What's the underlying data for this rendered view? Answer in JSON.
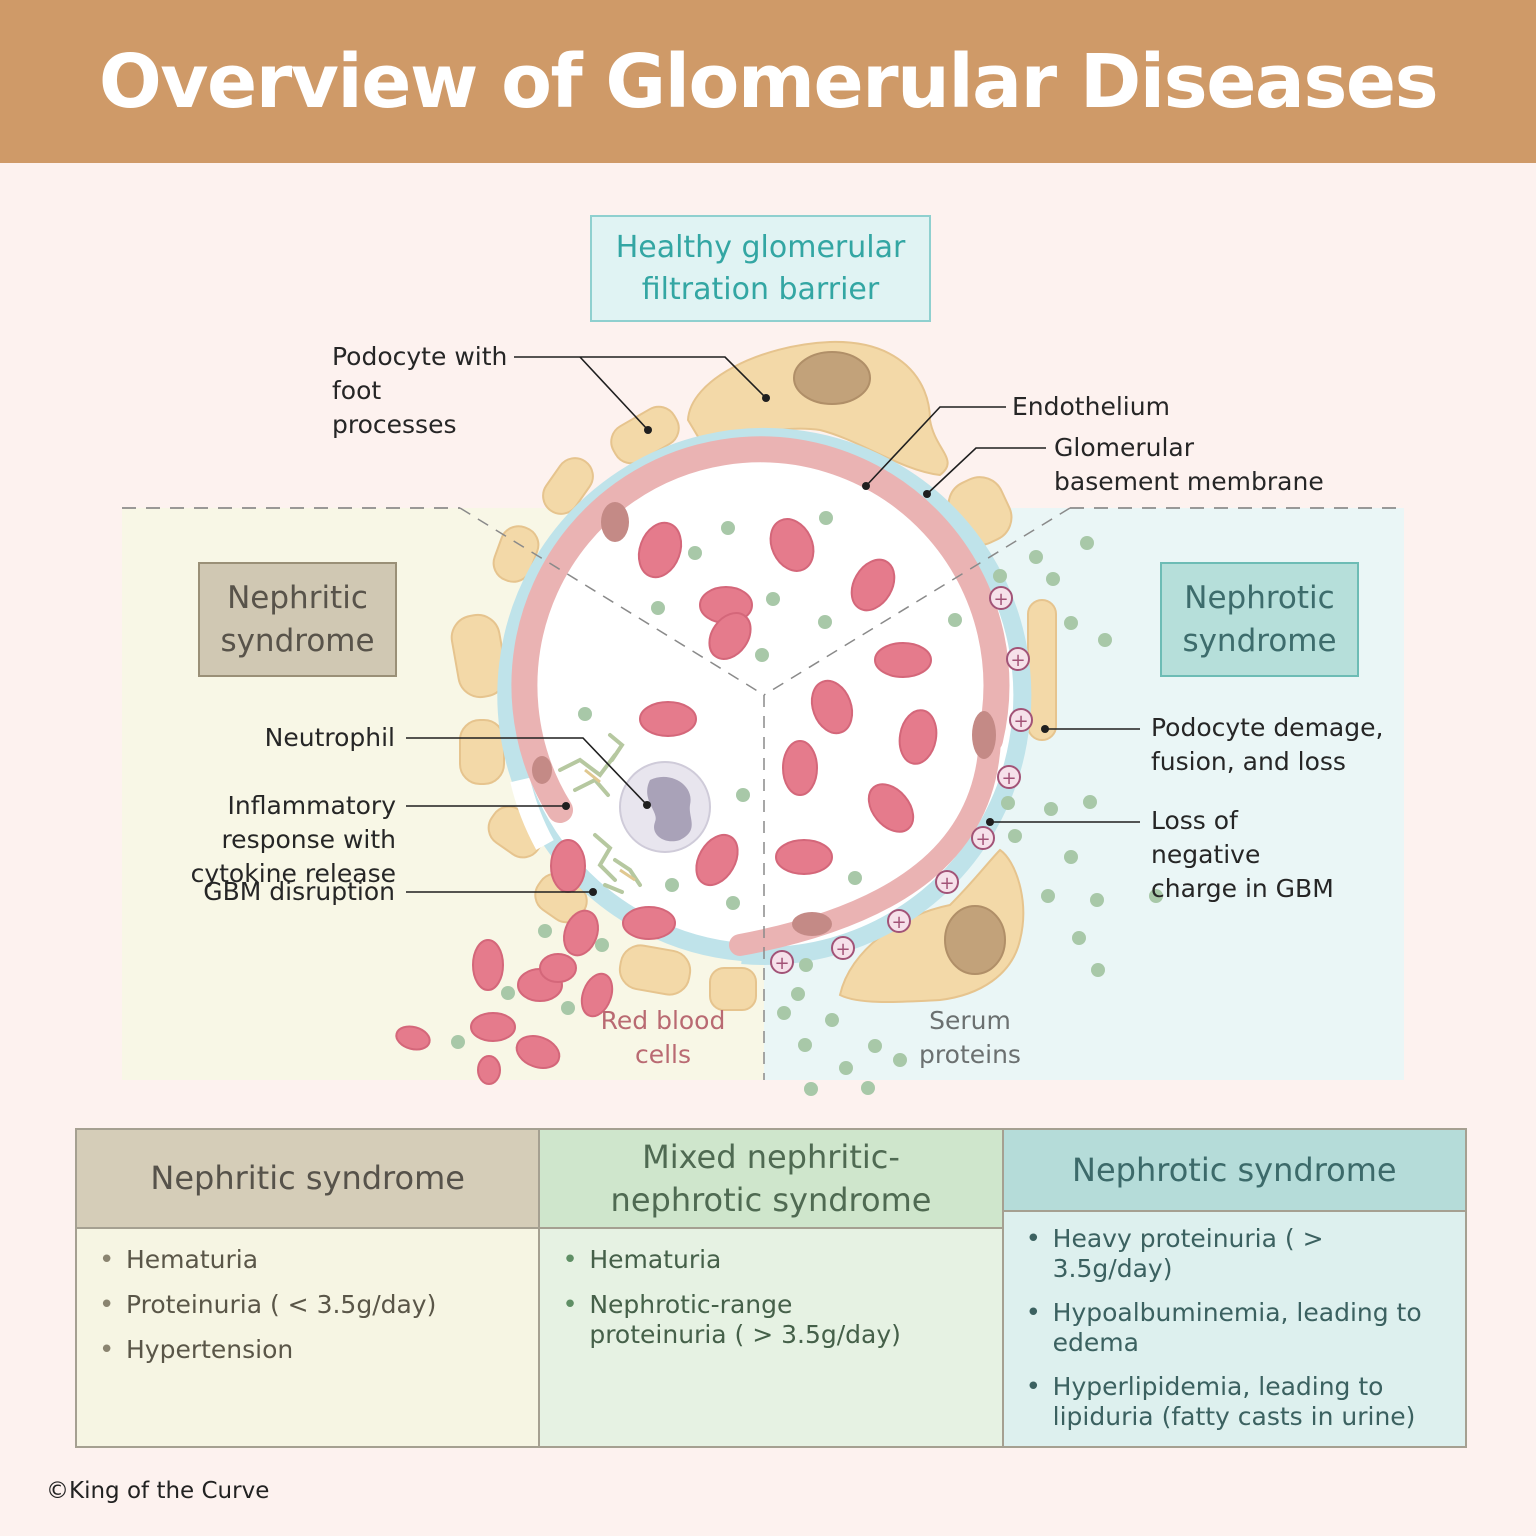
{
  "title": "Overview of Glomerular Diseases",
  "diagram": {
    "healthy_box": "Healthy glomerular filtration barrier",
    "nephritic_box": "Nephritic syndrome",
    "nephrotic_box": "Nephrotic syndrome",
    "labels": {
      "podocyte": "Podocyte with foot processes",
      "endothelium": "Endothelium",
      "gbm": "Glomerular basement membrane",
      "neutrophil": "Neutrophil",
      "inflammatory": "Inflammatory response with cytokine release",
      "gbm_disruption": "GBM disruption",
      "podocyte_damage": "Podocyte demage, fusion, and loss",
      "charge_loss": "Loss of negative charge in GBM",
      "rbc": "Red blood cells",
      "serum": "Serum proteins"
    },
    "charge_symbol": "+"
  },
  "table": {
    "columns": [
      {
        "header": "Nephritic syndrome",
        "items": [
          "Hematuria",
          "Proteinuria ( < 3.5g/day)",
          "Hypertension"
        ]
      },
      {
        "header": "Mixed nephritic-nephrotic syndrome",
        "items": [
          "Hematuria",
          "Nephrotic-range proteinuria ( > 3.5g/day)"
        ]
      },
      {
        "header": "Nephrotic syndrome",
        "items": [
          "Heavy proteinuria ( > 3.5g/day)",
          "Hypoalbuminemia, leading to edema",
          "Hyperlipidemia, leading to lipiduria (fatty casts in urine)"
        ]
      }
    ]
  },
  "copyright": "©King of the Curve",
  "colors": {
    "banner": "#cf9a68",
    "background": "#fdf2ef",
    "nephritic": "#d0c8b3",
    "nephrotic": "#b6dfda",
    "mixed": "#cfe6cc",
    "healthy_text": "#33a6a3",
    "rbc": "#e57b8c",
    "podocyte": "#f3d9a8",
    "gbm": "#bfe3ea",
    "endothelium": "#eab3b3",
    "protein": "#a8c8a8"
  }
}
